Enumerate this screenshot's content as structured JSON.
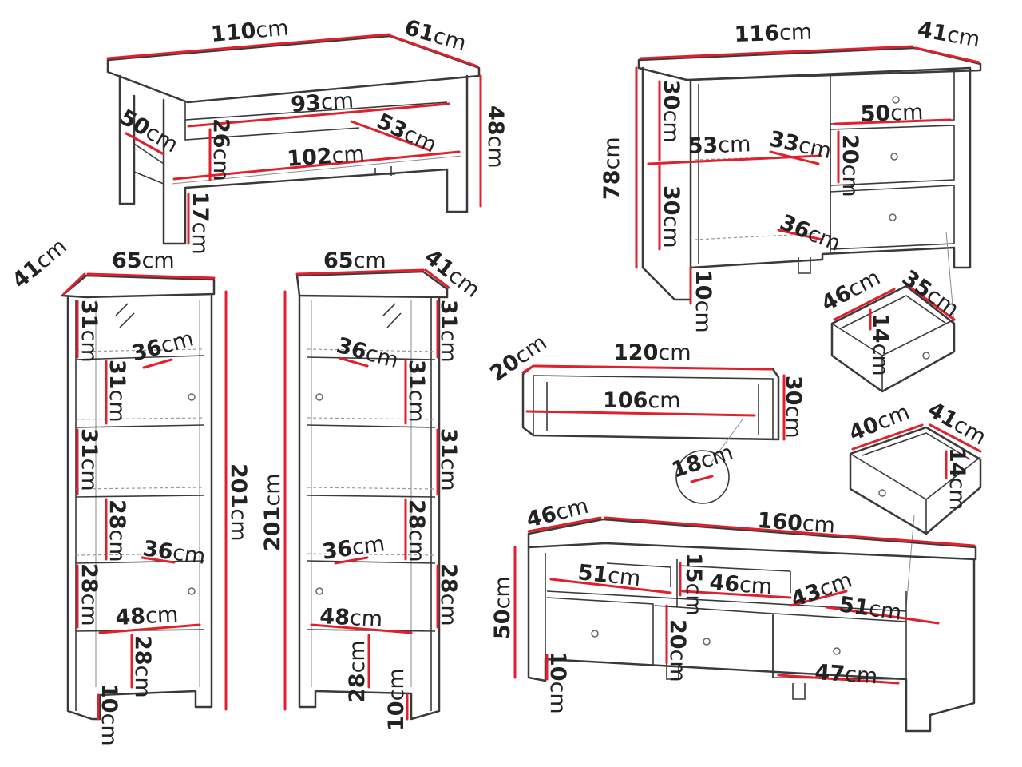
{
  "colors": {
    "outline": "#3a3a3a",
    "dimension_line": "#e0202c",
    "text": "#222222",
    "background": "#ffffff"
  },
  "unit": "cm",
  "coffee_table": {
    "width": "110",
    "depth": "61",
    "height": "48",
    "shelf_width": "93",
    "shelf_depth": "50",
    "shelf_gap": "26",
    "inner_width": "102",
    "inner_depth": "53",
    "leg_clearance": "17"
  },
  "sideboard": {
    "width": "116",
    "depth": "41",
    "height": "78",
    "upper_section": "30",
    "lower_section": "30",
    "shelf_width": "53",
    "shelf_depth": "33",
    "shelf_depth_lower": "36",
    "drawer_top_width": "50",
    "drawer_mid_height": "20",
    "leg_clearance": "10",
    "drawer_detail_width": "46",
    "drawer_detail_depth": "35",
    "drawer_detail_height": "14"
  },
  "vitrine_left": {
    "width": "65",
    "depth": "41",
    "height": "201",
    "shelf_1": "31",
    "shelf_2": "31",
    "shelf_3": "31",
    "shelf_4": "28",
    "shelf_5": "28",
    "shelf_depth_a": "36",
    "shelf_depth_b": "36",
    "inner_width": "48",
    "bottom_compartment": "28",
    "leg_clearance": "10"
  },
  "vitrine_right": {
    "width": "65",
    "depth": "41",
    "height": "201",
    "shelf_1": "31",
    "shelf_2": "31",
    "shelf_3": "31",
    "shelf_4": "28",
    "shelf_5": "28",
    "shelf_depth_a": "36",
    "shelf_depth_b": "36",
    "inner_width": "48",
    "bottom_compartment": "28",
    "leg_clearance": "10"
  },
  "wall_shelf": {
    "width": "120",
    "depth": "20",
    "height": "30",
    "inner_width": "106",
    "thickness": "18"
  },
  "tv_stand": {
    "width": "160",
    "depth": "46",
    "height": "50",
    "niche_left": "51",
    "niche_mid": "46",
    "niche_right_depth": "43",
    "niche_right": "51",
    "niche_height": "15",
    "drawer_height": "20",
    "drawer_width": "47",
    "leg_clearance": "10",
    "drawer_detail_width": "40",
    "drawer_detail_depth": "41",
    "drawer_detail_height": "14"
  }
}
